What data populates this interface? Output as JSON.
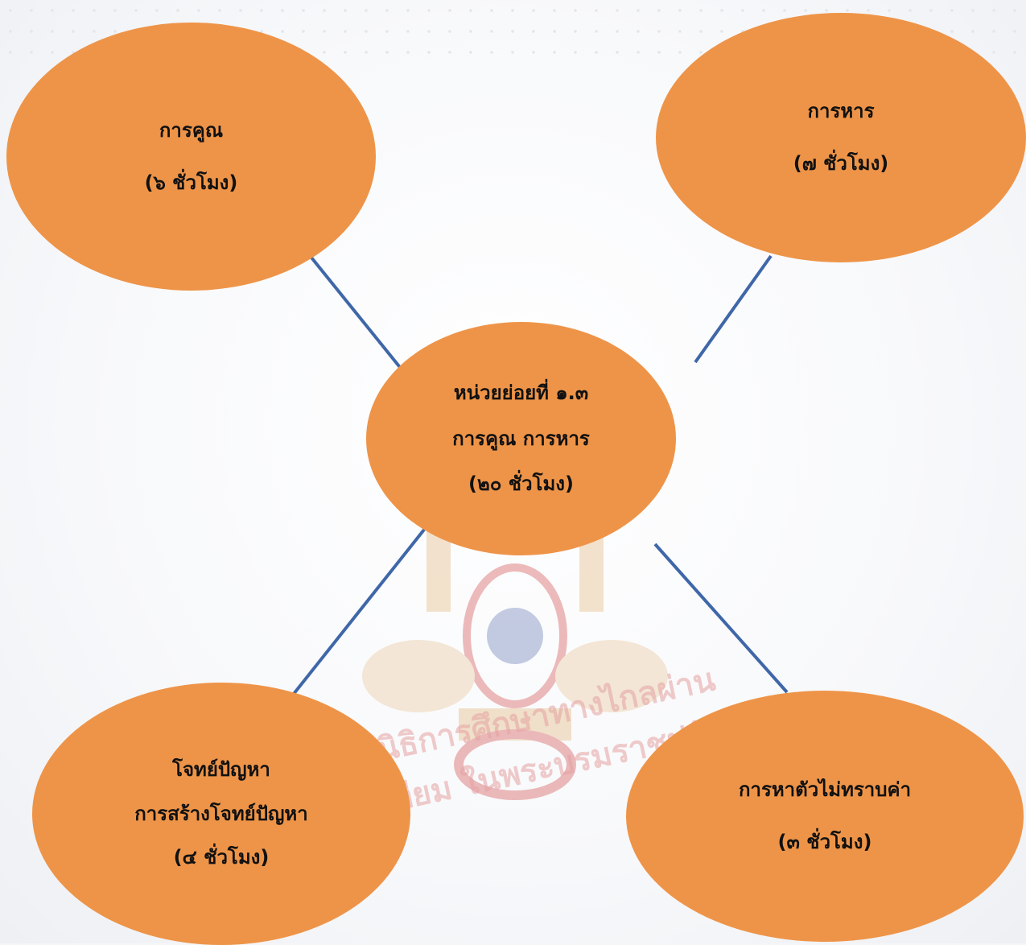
{
  "diagram": {
    "center": {
      "lines": [
        "หน่วยย่อยที่ ๑.๓",
        "การคูณ การหาร",
        "(๒๐ ชั่วโมง)"
      ]
    },
    "multiplication": {
      "lines": [
        "การคูณ",
        "(๖ ชั่วโมง)"
      ]
    },
    "division": {
      "lines": [
        "การหาร",
        "(๗ ชั่วโมง)"
      ]
    },
    "word_problems": {
      "lines": [
        "โจทย์ปัญหา",
        "การสร้างโจทย์ปัญหา",
        "(๔ ชั่วโมง)"
      ]
    },
    "unknown_value": {
      "lines": [
        "การหาตัวไม่ทราบค่า",
        "(๓ ชั่วโมง)"
      ]
    }
  },
  "watermark": {
    "text": "มูลนิธิการศึกษาทางไกลผ่านดาวเทียม ในพระบรมราชูปถัมภ์",
    "emblem_icon": "royal-emblem-icon"
  },
  "colors": {
    "node_fill": "#ee9448",
    "link_stroke": "#3f67a8",
    "background": "#f5f6f8"
  }
}
